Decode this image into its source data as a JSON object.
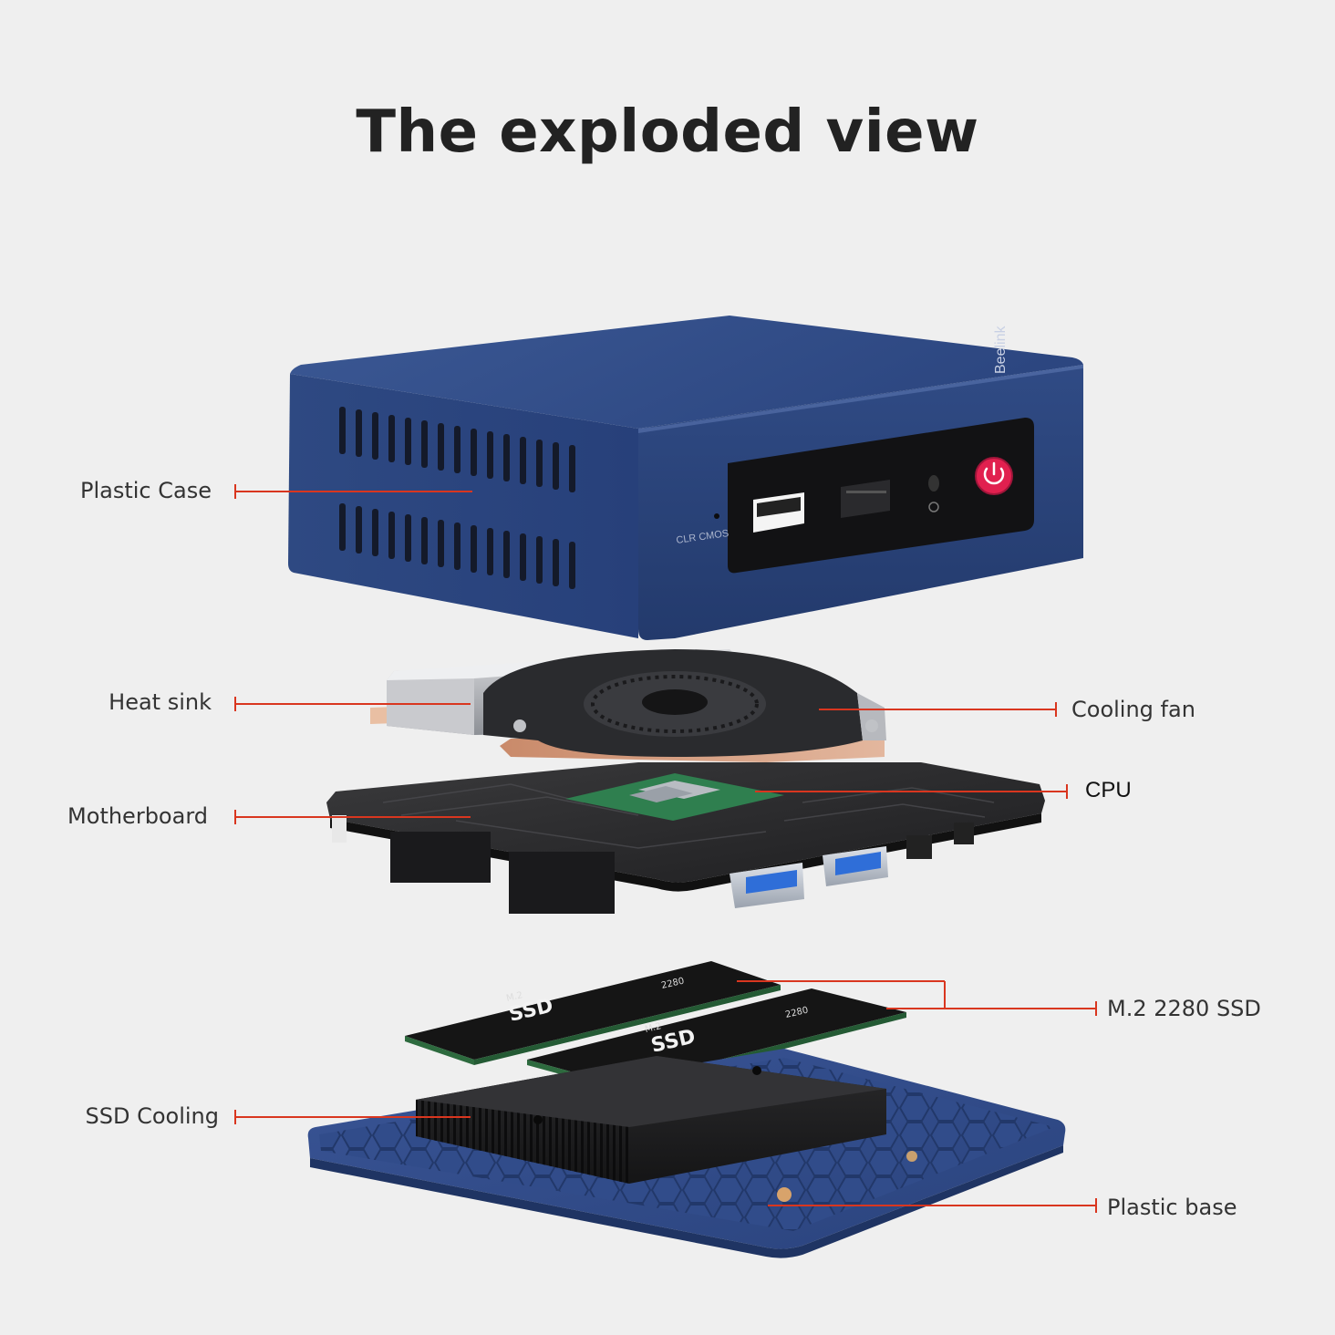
{
  "title": "The exploded view",
  "colors": {
    "background": "#efefef",
    "case_blue": "#2f4b86",
    "leader_red": "#d9361f",
    "power_red": "#e1204f"
  },
  "case": {
    "brand_text": "Beelink",
    "clr_cmos_label": "CLR CMOS"
  },
  "ssd_module": {
    "label_top": "M.2",
    "label_main": "SSD",
    "label_size": "2280"
  },
  "callouts": {
    "plastic_case": "Plastic Case",
    "heat_sink": "Heat sink",
    "cooling_fan": "Cooling fan",
    "cpu": "CPU",
    "motherboard": "Motherboard",
    "ssd": "M.2 2280 SSD",
    "ssd_cooling": "SSD Cooling",
    "plastic_base": "Plastic base"
  }
}
